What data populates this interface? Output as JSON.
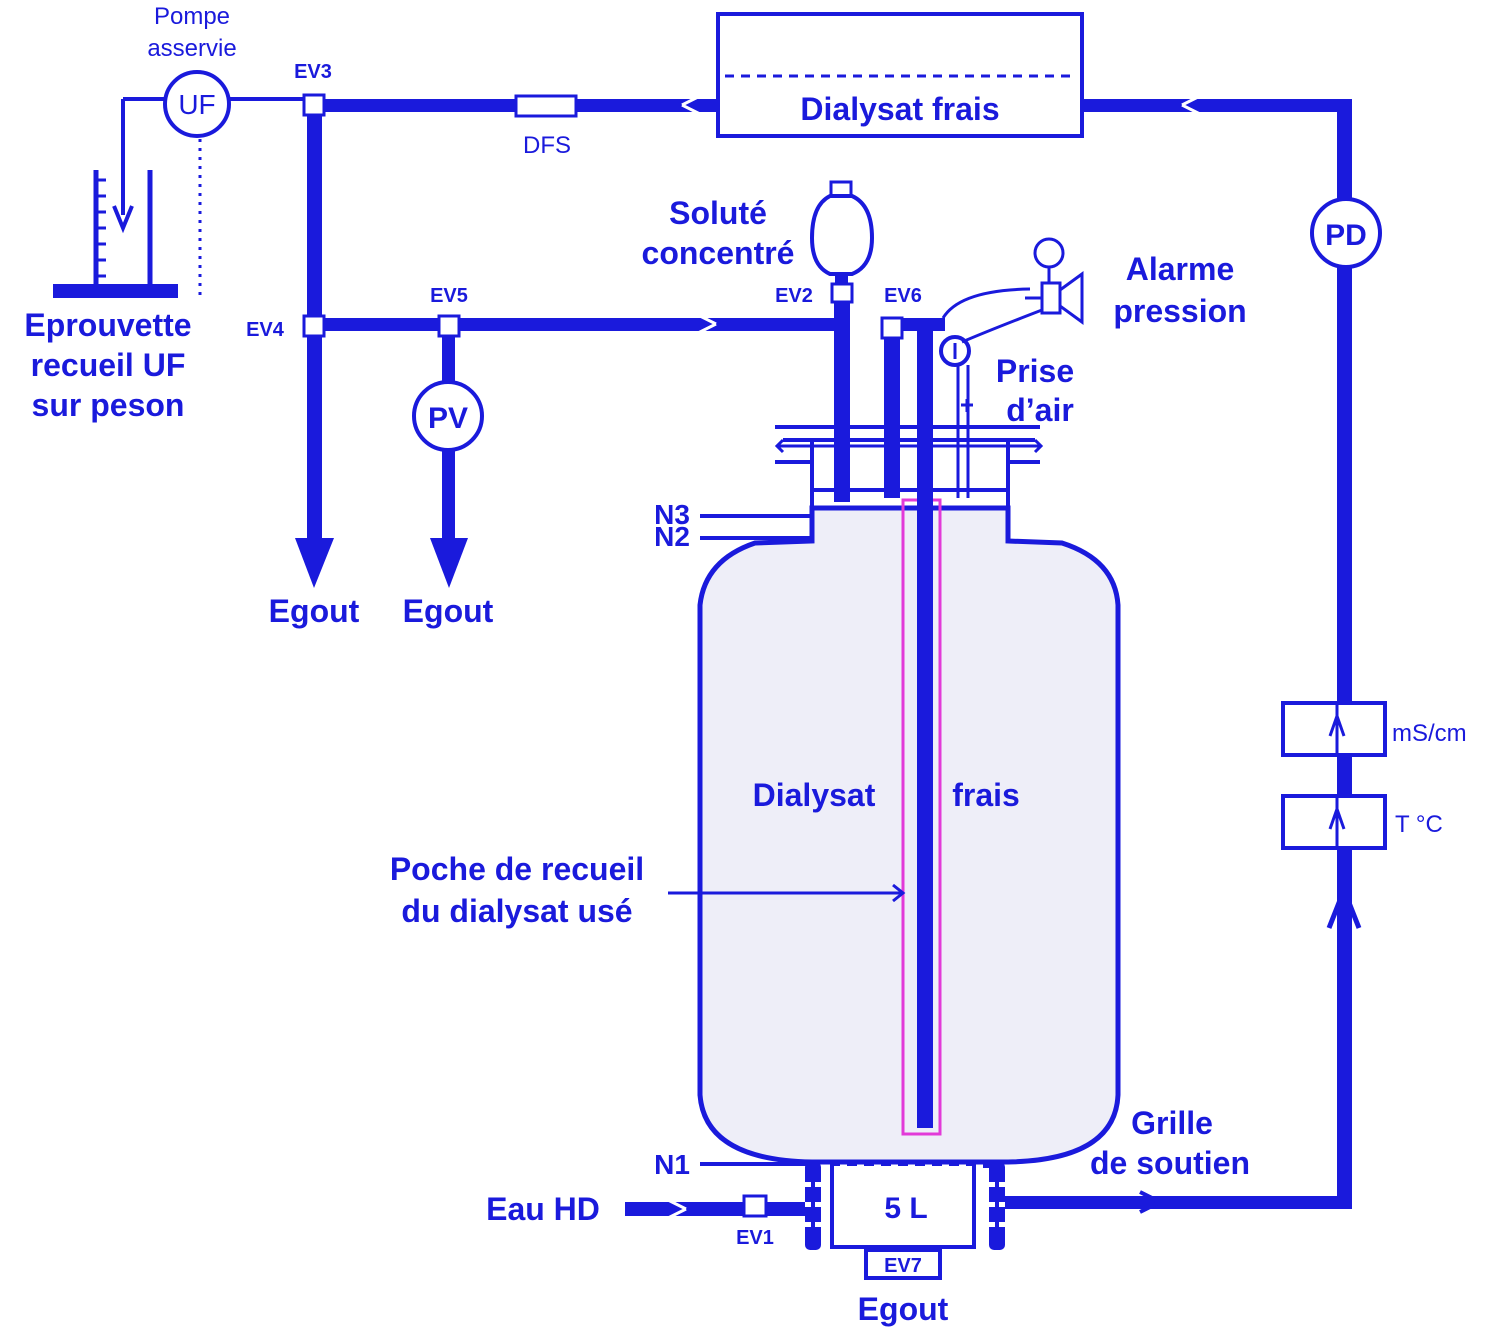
{
  "colors": {
    "primary": "#1a1adc",
    "tank_fill": "#eeeef8",
    "bag": "#e23ad8"
  },
  "labels": {
    "pompe_line1": "Pompe",
    "pompe_line2": "asservie",
    "uf": "UF",
    "ev1": "EV1",
    "ev2": "EV2",
    "ev3": "EV3",
    "ev4": "EV4",
    "ev5": "EV5",
    "ev6": "EV6",
    "ev7": "EV7",
    "dfs": "DFS",
    "dialysat_frais_top": "Dialysat frais",
    "pd": "PD",
    "pv": "PV",
    "solute_line1": "Soluté",
    "solute_line2": "concentré",
    "alarme_line1": "Alarme",
    "alarme_line2": "pression",
    "prise_line1": "Prise",
    "prise_line2": "d’air",
    "eprouvette_line1": "Eprouvette",
    "eprouvette_line2": "recueil UF",
    "eprouvette_line3": "sur peson",
    "egout_1": "Egout",
    "egout_2": "Egout",
    "egout_3": "Egout",
    "n1": "N1",
    "n2": "N2",
    "n3": "N3",
    "tank_left": "Dialysat",
    "tank_right": "frais",
    "poche_line1": "Poche de recueil",
    "poche_line2": "du dialysat usé",
    "ms_cm": "mS/cm",
    "t_c": "T °C",
    "grille_line1": "Grille",
    "grille_line2": "de soutien",
    "eau_hd": "Eau HD",
    "five_l": "5 L"
  }
}
